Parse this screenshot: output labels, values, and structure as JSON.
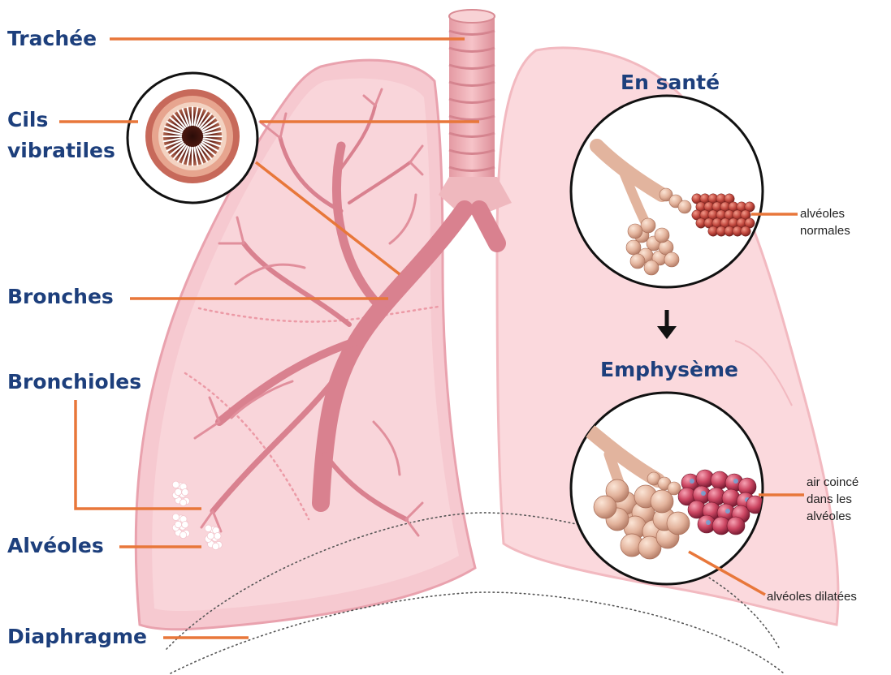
{
  "labels": {
    "trachee": "Trachée",
    "cils_line1": "Cils",
    "cils_line2": "vibratiles",
    "bronches": "Bronches",
    "bronchioles": "Bronchioles",
    "alveoles": "Alvéoles",
    "diaphragme": "Diaphragme"
  },
  "panels": {
    "healthy_title": "En santé",
    "emphysema_title": "Emphysème"
  },
  "annotations": {
    "normal_line1": "alvéoles",
    "normal_line2": "normales",
    "trapped_line1": "air coincé",
    "trapped_line2": "dans les",
    "trapped_line3": "alvéoles",
    "dilated": "alvéoles dilatées"
  },
  "colors": {
    "label_text": "#1d3f7c",
    "leader_line": "#e8773a",
    "lung_fill": "#f6c9d0",
    "lung_outline": "#e9a2ae",
    "bronchi": "#d9818f",
    "trachea": "#eca7af",
    "alveoli_normal": "#b9453f",
    "alveoli_emphysema": "#c9435a",
    "alveoli_sac": "#e2b49e"
  }
}
